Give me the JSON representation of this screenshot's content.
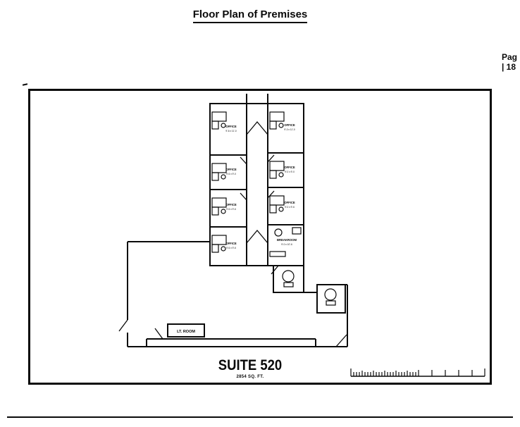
{
  "page": {
    "title": "Floor Plan of Premises",
    "page_label_top": "Pag",
    "page_label_bottom": "| 18"
  },
  "plan": {
    "suite_name": "SUITE 520",
    "suite_area": "2854 SQ. FT.",
    "lt_room_label": "LT. ROOM",
    "breakroom": {
      "label": "BREAKROOM",
      "dims": "9'-0 x 10'-6"
    },
    "offices": [
      {
        "label": "OFFICE",
        "dims": "9'-6 x 11'-0"
      },
      {
        "label": "OFFICE",
        "dims": "9'-6 x 9'-0"
      },
      {
        "label": "OFFICE",
        "dims": "9'-6 x 9'-6"
      },
      {
        "label": "OFFICE",
        "dims": "9'-6 x 9'-6"
      },
      {
        "label": "OFFICE",
        "dims": "9'-0 x 11'-0"
      },
      {
        "label": "OFFICE",
        "dims": "9'-0 x 9'-0"
      },
      {
        "label": "OFFICE",
        "dims": "9'-0 x 9'-6"
      }
    ],
    "colors": {
      "ink": "#0a0a0a",
      "paper": "#ffffff"
    }
  }
}
